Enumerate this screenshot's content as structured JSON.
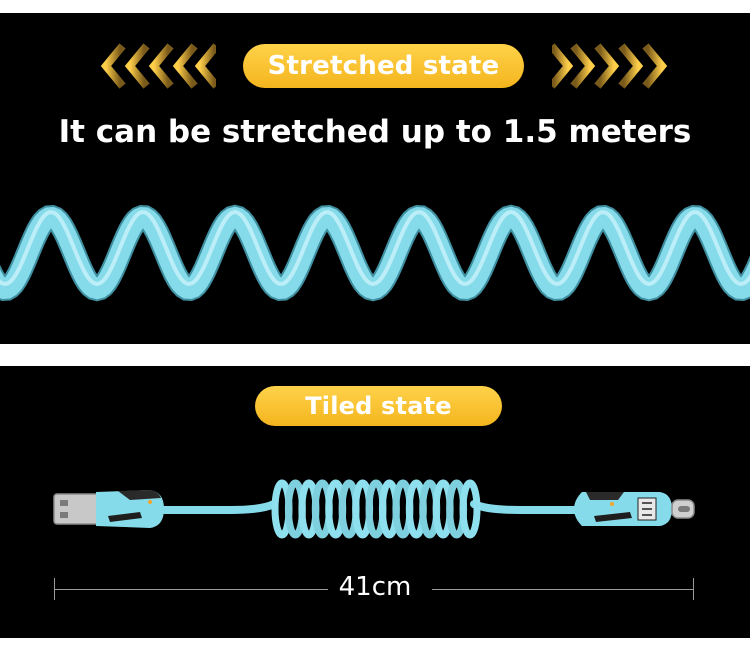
{
  "stretched": {
    "badge": "Stretched state",
    "caption": "It can be stretched up to 1.5 meters"
  },
  "tiled": {
    "badge": "Tiled state",
    "length_label": "41cm"
  },
  "colors": {
    "background": "#000000",
    "badge_gold": "#f7be2a",
    "chevron_gold": "#f2b73a",
    "cable_cyan": "#7fd6e6",
    "text": "#ffffff"
  },
  "icons": [
    "double-chevron-left-icon",
    "double-chevron-right-icon",
    "usb-a-connector-icon",
    "usb-c-connector-icon"
  ]
}
